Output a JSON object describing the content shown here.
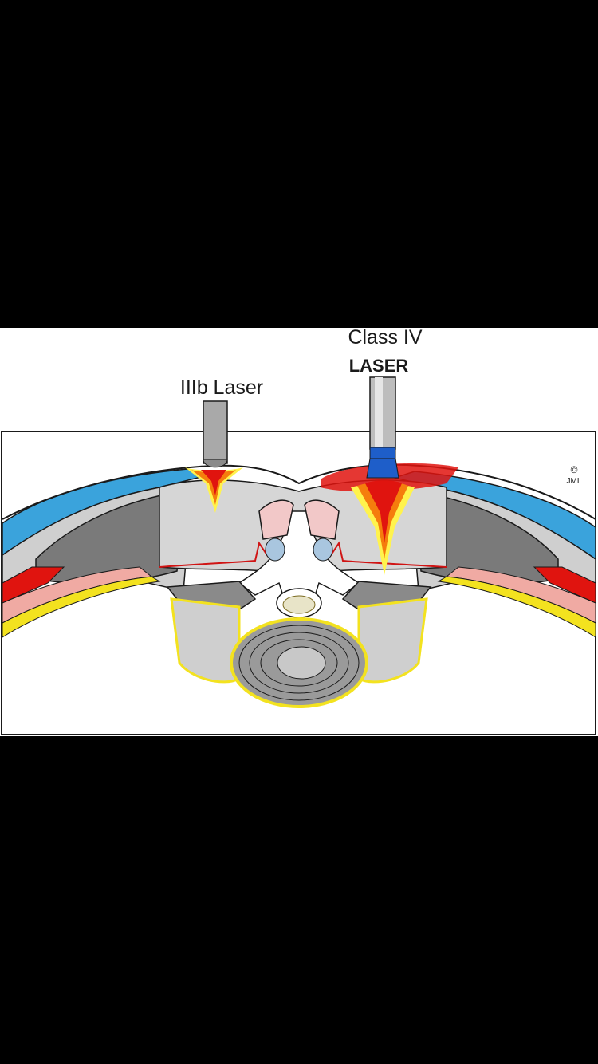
{
  "diagram": {
    "labels": {
      "iiib_laser": "IIIb Laser",
      "class_iv_line1": "Class IV",
      "class_iv_line2": "LASER",
      "copyright_mark": "©",
      "signature": "JML"
    },
    "colors": {
      "background": "#000000",
      "skin": "#ffffff",
      "fat_blue": "#3aa3dc",
      "muscle_grey": "#cfcfcf",
      "dark_muscle": "#7a7a7a",
      "laser_red": "#e0140f",
      "laser_orange": "#f57d0d",
      "laser_yellow": "#fff34d",
      "probe_grey": "#a9a9a9",
      "probe_blue": "#1e5ec9",
      "fascia_yellow": "#f3e21f",
      "pink_tissue": "#f0aaa3",
      "nerve_pink": "#f2c8c8",
      "nerve_blue": "#a9c6df"
    }
  }
}
